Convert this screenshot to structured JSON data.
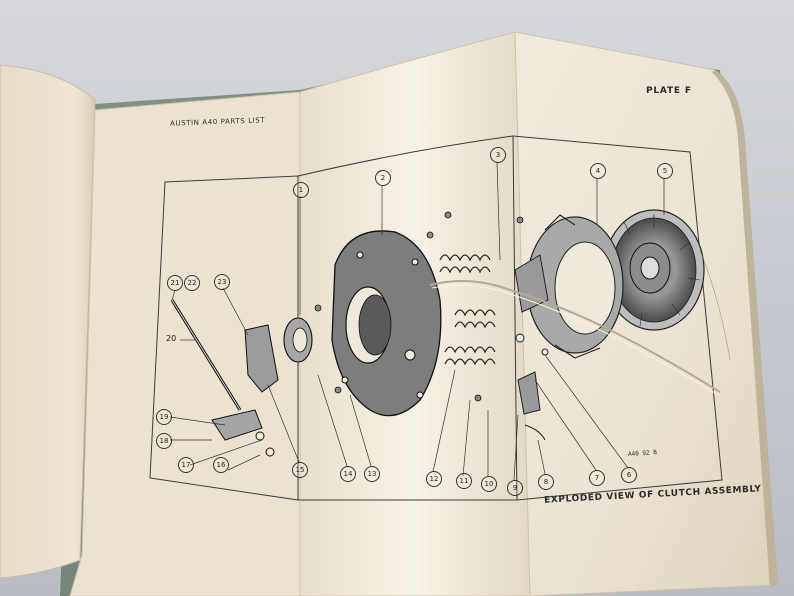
{
  "page": {
    "header": "AUSTIN A40 PARTS LIST",
    "plate": "PLATE F",
    "caption": "EXPLODED VIEW OF CLUTCH ASSEMBLY",
    "drawing_ref": "A40 92 B"
  },
  "callouts": {
    "c1": "1",
    "c2": "2",
    "c3": "3",
    "c4": "4",
    "c5": "5",
    "c6": "6",
    "c7": "7",
    "c8": "8",
    "c9": "9",
    "c10": "10",
    "c11": "11",
    "c12": "12",
    "c13": "13",
    "c14": "14",
    "c15": "15",
    "c16": "16",
    "c17": "17",
    "c18": "18",
    "c19": "19",
    "c20": "20",
    "c21": "21",
    "c22": "22",
    "c23": "23"
  },
  "colors": {
    "paper": "#efe9dc",
    "paper_shadow": "#d9d1bf",
    "ink": "#2b2b2b",
    "background": "#c9ccd3",
    "book_cover_edge": "#3f5a3e"
  }
}
